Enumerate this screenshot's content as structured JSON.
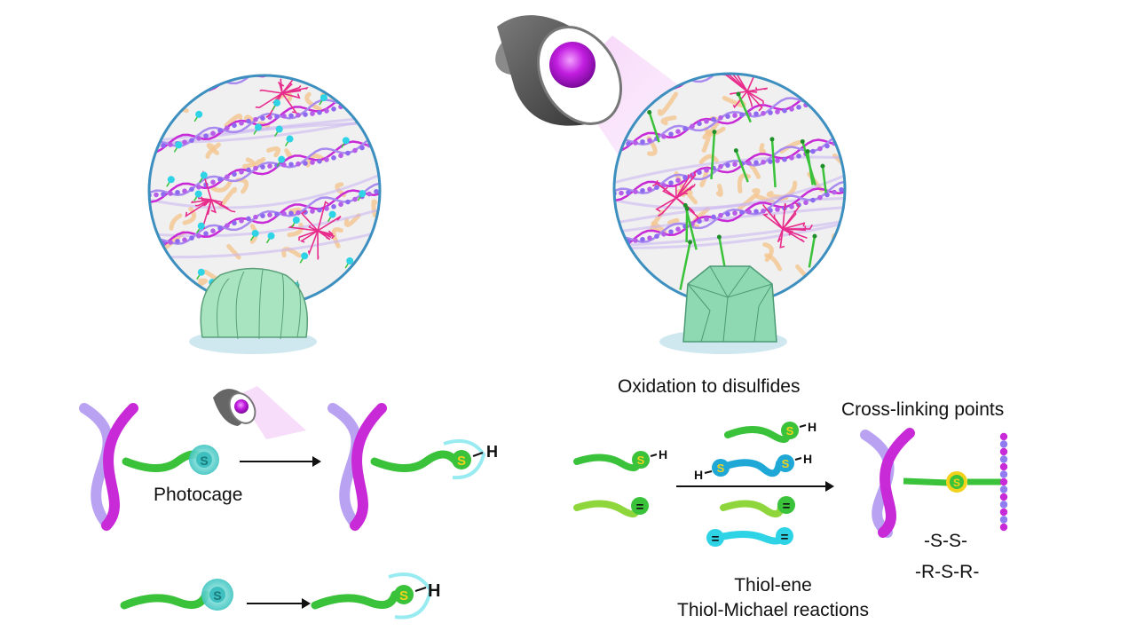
{
  "labels": {
    "photocage": "Photocage",
    "oxidation": "Oxidation to disulfides",
    "crosslinking": "Cross-linking points",
    "ss": "-S-S-",
    "rsr": "-R-S-R-",
    "thiol_ene": "Thiol-ene",
    "thiol_michael": "Thiol-Michael reactions"
  },
  "glyphs": {
    "sulfur": "S",
    "hydrogen": "H",
    "double_bond": "="
  },
  "colors": {
    "magenta": "#c72ad6",
    "lavender": "#a98bf0",
    "green": "#39c23a",
    "light_green": "#8fd63c",
    "cyan": "#2fd3e6",
    "blue_teal": "#1fa8d6",
    "sulfur_yellow": "#f2d21b",
    "circle_border": "#3c8fbf",
    "gel_green": "#a8e4c0"
  }
}
